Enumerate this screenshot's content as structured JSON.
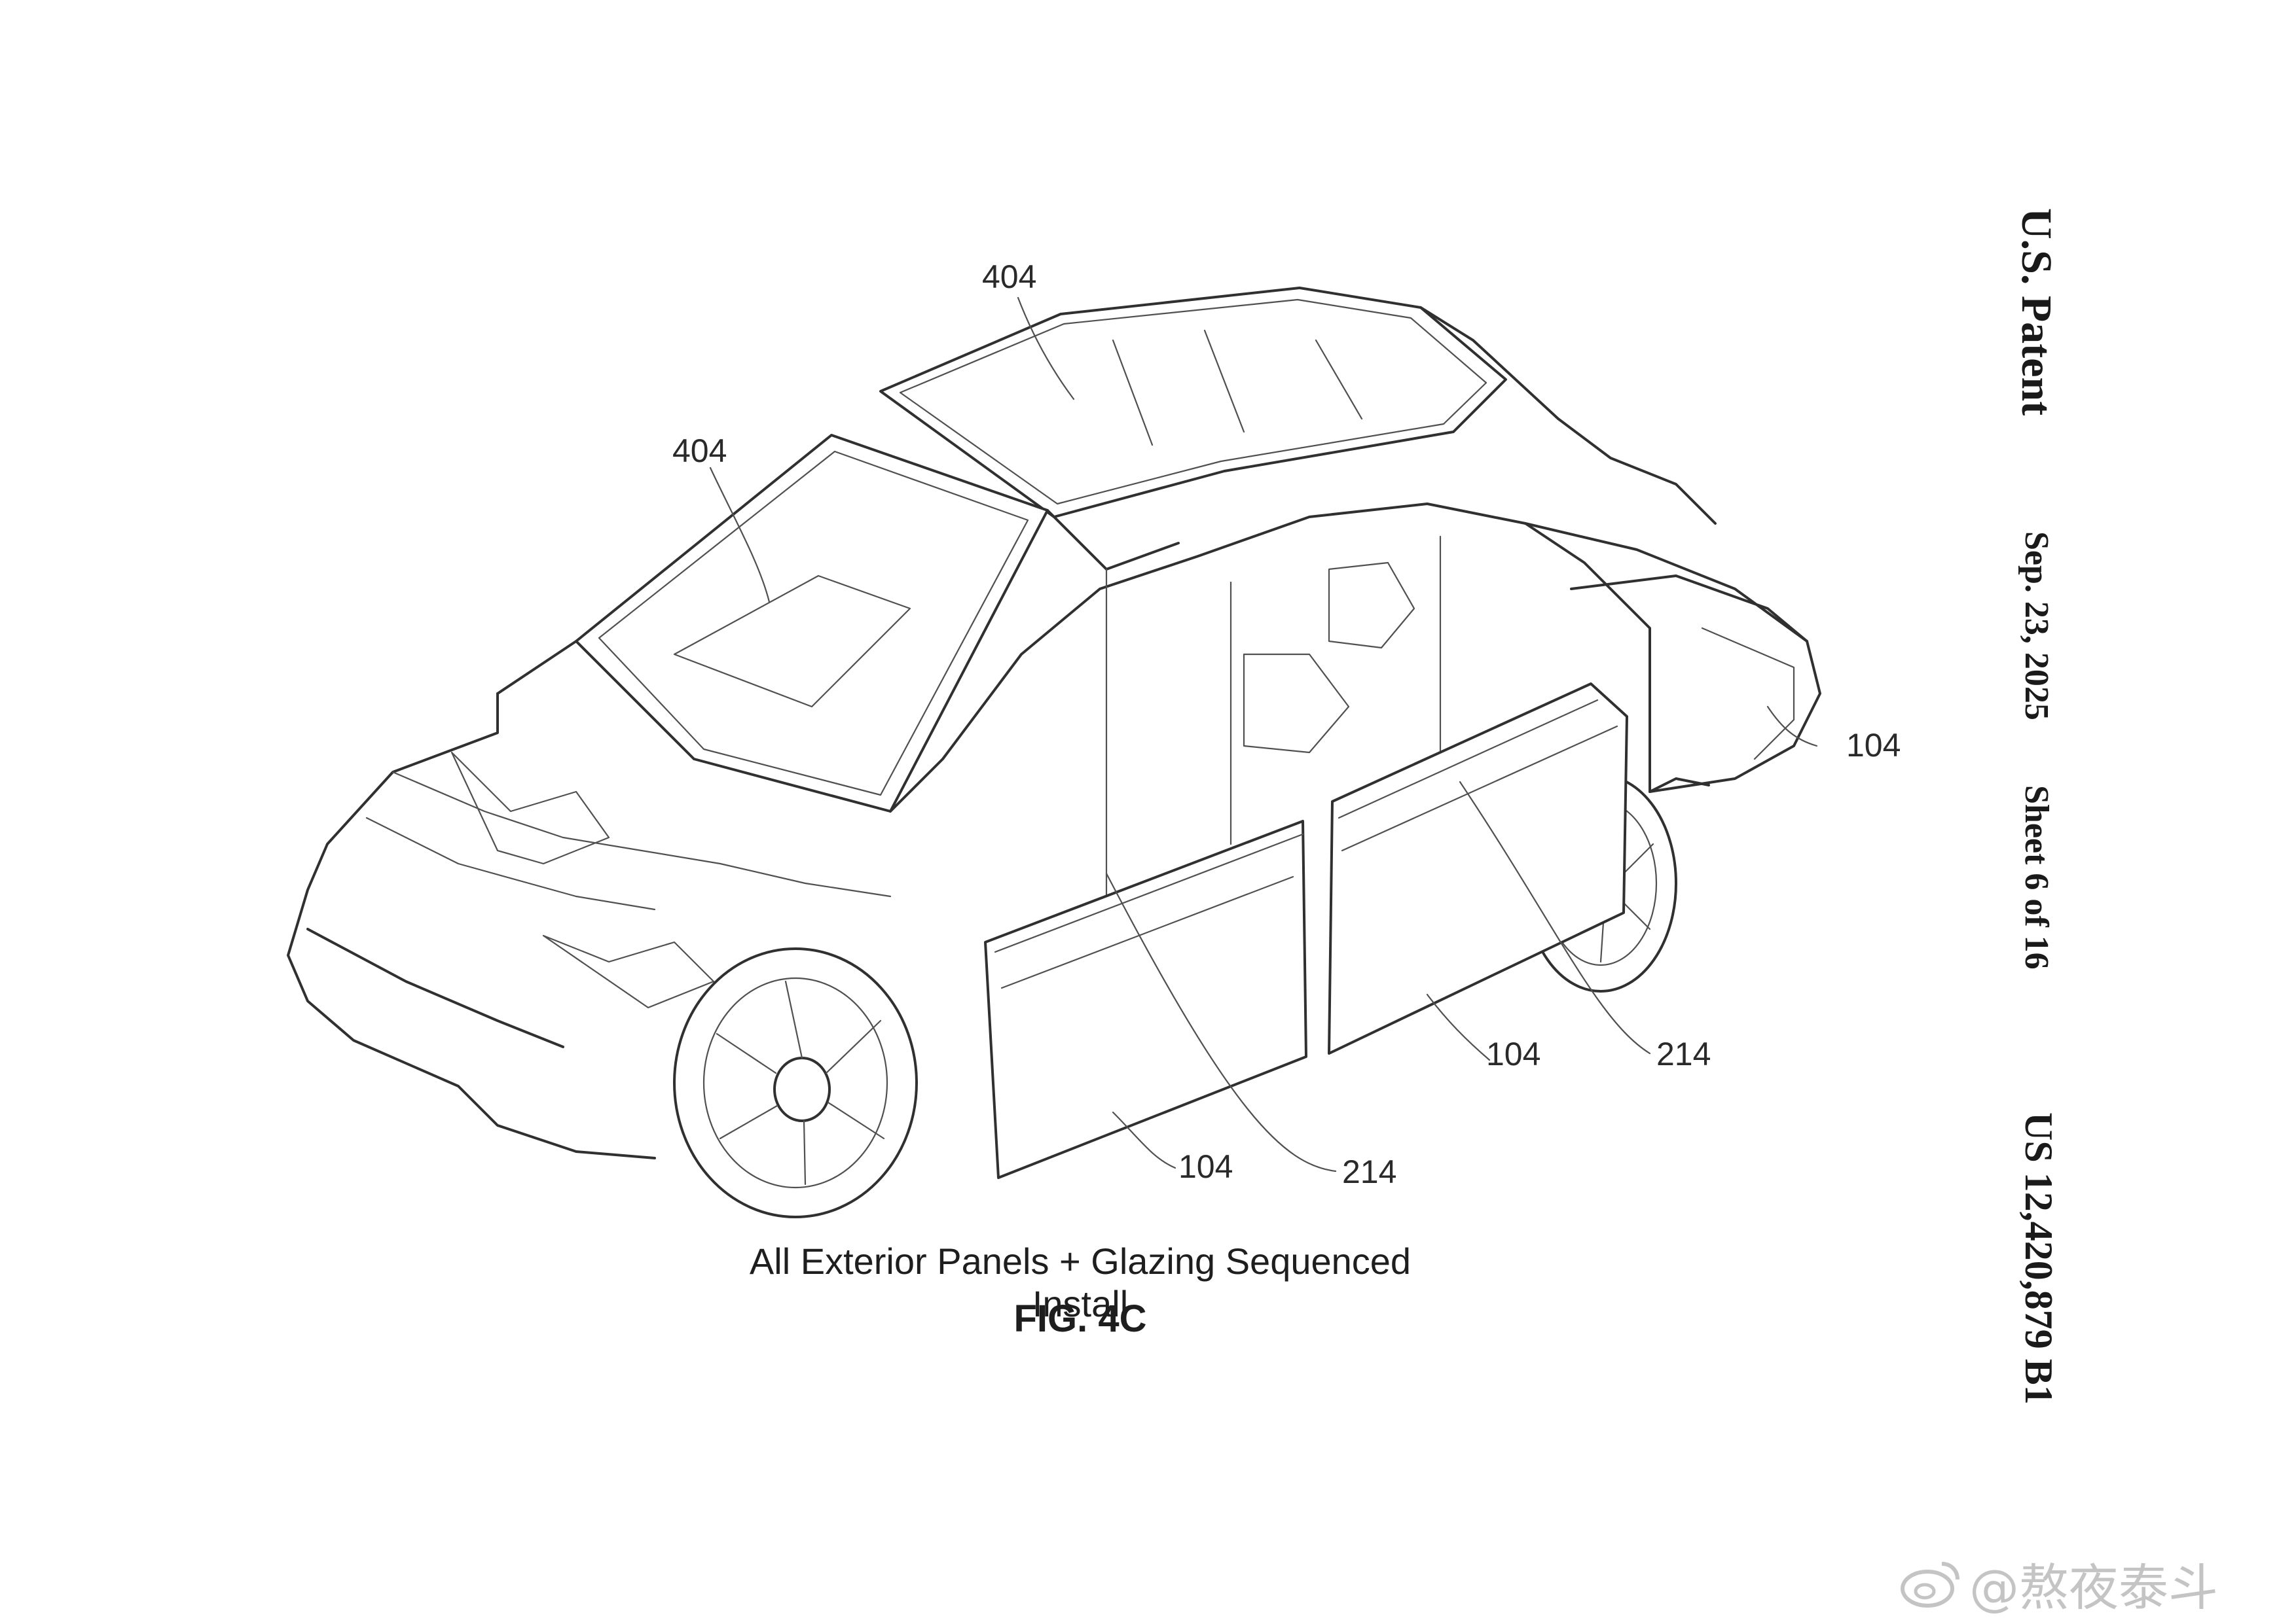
{
  "header": {
    "patent_title": "U.S. Patent",
    "date": "Sep. 23, 2025",
    "sheet": "Sheet 6 of 16",
    "patent_number": "US 12,420,879 B1"
  },
  "figure": {
    "caption": "All Exterior Panels + Glazing Sequenced Install",
    "label": "FIG. 4C",
    "reference_numerals": {
      "roof_glass": "404",
      "windshield": "404",
      "rear_quarter_panel": "104",
      "rear_door": "104",
      "front_door": "104",
      "rear_door_seal": "214",
      "front_door_seal": "214"
    }
  },
  "watermark": {
    "text": "@熬夜泰斗"
  }
}
